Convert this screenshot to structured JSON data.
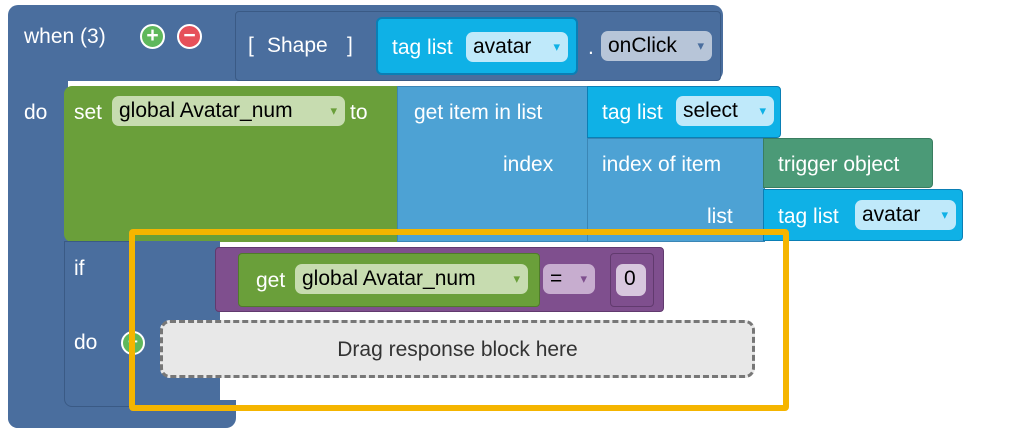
{
  "event": {
    "when_label": "when (3)",
    "plus_glyph": "+",
    "minus_glyph": "−",
    "component_open": "[",
    "component_name": "Shape",
    "component_close": "]",
    "dot": ".",
    "event_name": "onClick",
    "do_label": "do"
  },
  "tag_list_avatar": {
    "label": "tag list",
    "value": "avatar"
  },
  "set_block": {
    "set_label": "set",
    "variable": "global Avatar_num",
    "to_label": "to"
  },
  "get_item": {
    "label": "get item in list",
    "index_label": "index",
    "tag_list": {
      "label": "tag list",
      "value": "select"
    }
  },
  "index_of_item": {
    "label": "index of item",
    "list_label": "list",
    "trigger": "trigger object",
    "tag_list": {
      "label": "tag list",
      "value": "avatar"
    }
  },
  "if_block": {
    "if_label": "if",
    "do_label": "do",
    "compare": {
      "get_label": "get",
      "variable": "global Avatar_num",
      "operator": "=",
      "value": "0"
    },
    "placeholder": "Drag response block here"
  },
  "arrow_glyph": "▾",
  "colors": {
    "event_blue": "#4a6e9e",
    "list_blue": "#0fb1e6",
    "variable_green": "#6a9f3a",
    "math_teal": "#4da2d4",
    "trigger_green": "#4b9a77",
    "compare_purple": "#7f4f8e",
    "highlight": "#f5b500"
  }
}
